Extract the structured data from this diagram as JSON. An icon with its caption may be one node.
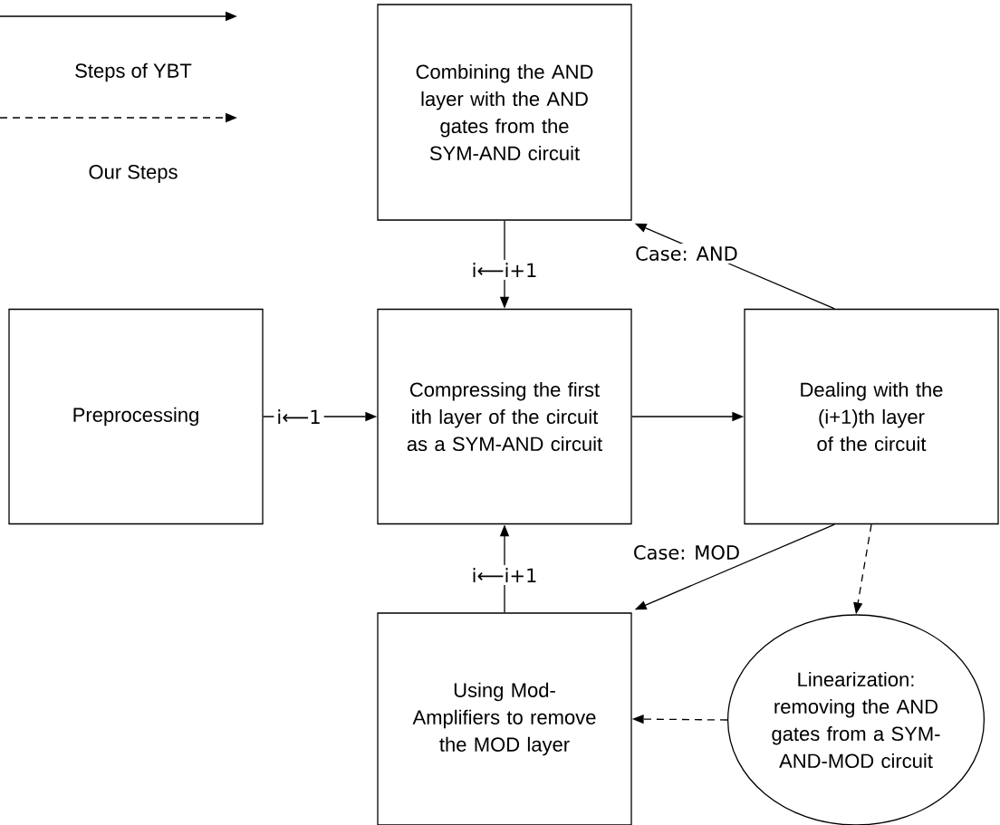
{
  "diagram": {
    "nodes": [
      {
        "text": [
          "Combining the AND layer with the AND gates from the SYM-AND circuit"
        ]
      },
      {
        "text": [
          "Preprocessing"
        ]
      },
      {
        "text": [
          "Compressing the first ith layer of the circuit as a SYM-AND circuit"
        ]
      },
      {
        "text": [
          "Dealing with the (i+1)th layer of the circuit"
        ]
      },
      {
        "text": [
          "Using Mod-Amplifiers to remove the MOD layer"
        ]
      },
      {
        "text": [
          "Linearization: removing the AND gates from a SYM-AND-MOD circuit"
        ]
      }
    ],
    "edges": [
      {
        "from": 1,
        "to": 2,
        "arrow": "to",
        "label": "i⟵1"
      },
      {
        "from": 0,
        "to": 2,
        "arrow": "to",
        "label": "i⟵i+1"
      },
      {
        "from": 2,
        "to": 3,
        "arrow": "to"
      },
      {
        "from": 3,
        "to": 0,
        "arrow": "to",
        "label": "Case: AND"
      },
      {
        "from": 3,
        "to": 4,
        "arrow": "to",
        "label": "Case: MOD"
      },
      {
        "from": 3,
        "to": 5,
        "arrow": "to",
        "style": "dashed"
      },
      {
        "from": 5,
        "to": 4,
        "arrow": "to",
        "style": "dashed"
      },
      {
        "from": 4,
        "to": 2,
        "arrow": "to",
        "label": "i⟵i+1"
      }
    ],
    "legend": [
      {
        "text": "Steps of YBT"
      },
      {
        "text": "Our Steps"
      }
    ]
  }
}
